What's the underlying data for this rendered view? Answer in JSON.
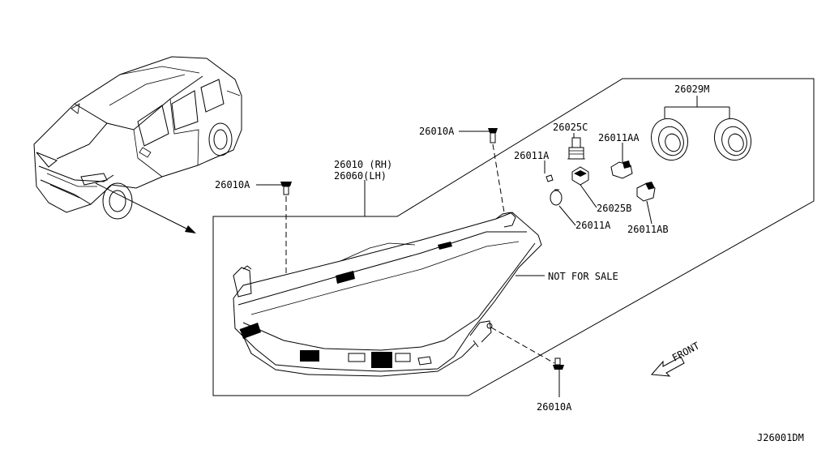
{
  "labels": {
    "bolt_top": "26010A",
    "bolt_left": "26010A",
    "bolt_bottom": "26010A",
    "headlamp_rh": "26010 (RH)",
    "headlamp_lh": "26060(LH)",
    "socket_c": "26025C",
    "bulb_a_upper": "26011A",
    "bulb_a_lower": "26011A",
    "socket_b": "26025B",
    "bulb_aa": "26011AA",
    "bulb_ab": "26011AB",
    "cap": "26029M",
    "not_for_sale": "NOT FOR SALE",
    "front": "FRONT",
    "diagram_code": "J26001DM"
  }
}
